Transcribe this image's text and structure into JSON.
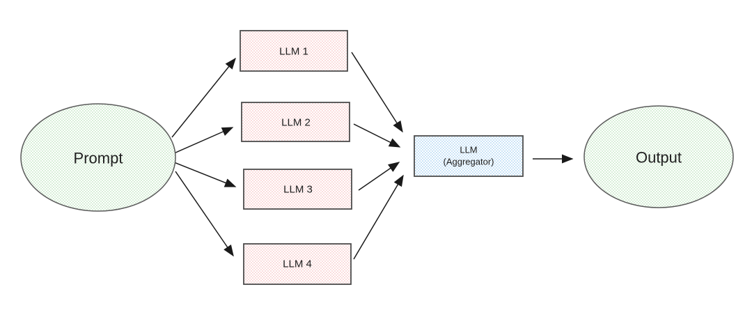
{
  "diagram": {
    "type": "flow-diagram",
    "description": "Mixture-of-agents style pipeline: one prompt fans out to four LLMs whose outputs are combined by an aggregator LLM into a single output",
    "nodes": {
      "prompt": {
        "label": "Prompt",
        "shape": "ellipse",
        "fill": "green-checker"
      },
      "llm1": {
        "label": "LLM 1",
        "shape": "rect",
        "fill": "pink-checker"
      },
      "llm2": {
        "label": "LLM 2",
        "shape": "rect",
        "fill": "pink-checker"
      },
      "llm3": {
        "label": "LLM 3",
        "shape": "rect",
        "fill": "pink-checker"
      },
      "llm4": {
        "label": "LLM 4",
        "shape": "rect",
        "fill": "pink-checker"
      },
      "aggregator": {
        "label_line1": "LLM",
        "label_line2": "(Aggregator)",
        "shape": "rect",
        "fill": "blue-checker"
      },
      "output": {
        "label": "Output",
        "shape": "ellipse",
        "fill": "green-checker"
      }
    },
    "edges": [
      {
        "from": "prompt",
        "to": "llm1"
      },
      {
        "from": "prompt",
        "to": "llm2"
      },
      {
        "from": "prompt",
        "to": "llm3"
      },
      {
        "from": "prompt",
        "to": "llm4"
      },
      {
        "from": "llm1",
        "to": "aggregator"
      },
      {
        "from": "llm2",
        "to": "aggregator"
      },
      {
        "from": "llm3",
        "to": "aggregator"
      },
      {
        "from": "llm4",
        "to": "aggregator"
      },
      {
        "from": "aggregator",
        "to": "output"
      }
    ],
    "colors": {
      "green_tint": "#d8efd8",
      "pink_tint": "#fbdddd",
      "blue_tint": "#cbe4f7",
      "shape_border": "#4d4d4d",
      "arrow": "#1a1a1a",
      "label_text": "#1f1f1f",
      "background": "#ffffff"
    }
  }
}
